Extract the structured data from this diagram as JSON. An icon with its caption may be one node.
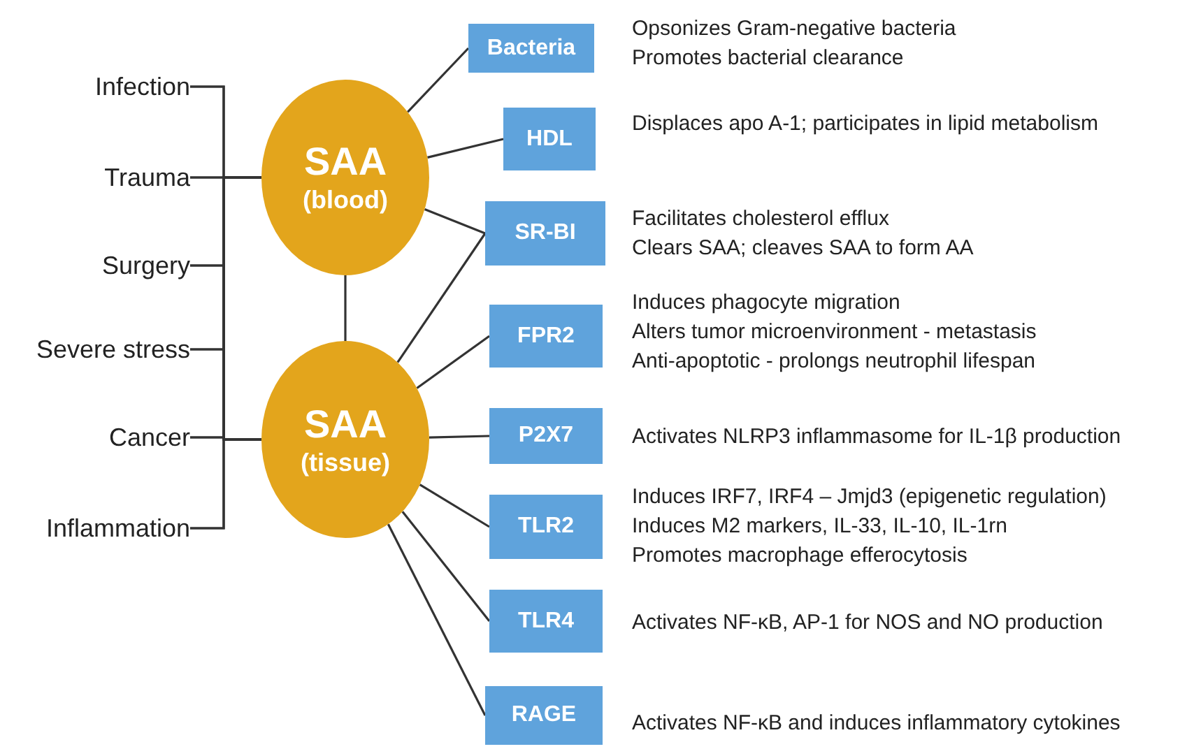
{
  "diagram": {
    "nodes": [
      {
        "text": [
          "Infection"
        ]
      },
      {
        "text": [
          "Trauma"
        ]
      },
      {
        "text": [
          "Surgery"
        ]
      },
      {
        "text": [
          "Severe stress"
        ]
      },
      {
        "text": [
          "Cancer"
        ]
      },
      {
        "text": [
          "Inflammation"
        ]
      },
      {
        "text": [
          "SAA",
          "(blood)"
        ]
      },
      {
        "text": [
          "SAA",
          "(tissue)"
        ]
      },
      {
        "text": [
          "Bacteria"
        ],
        "beside": [
          "Opsonizes Gram-negative bacteria",
          "Promotes bacterial clearance"
        ]
      },
      {
        "text": [
          "HDL"
        ],
        "beside": [
          "Displaces apo A-1; participates in lipid metabolism"
        ]
      },
      {
        "text": [
          "SR-BI"
        ],
        "beside": [
          "Facilitates cholesterol efflux",
          "Clears SAA; cleaves SAA to form AA"
        ]
      },
      {
        "text": [
          "FPR2"
        ],
        "beside": [
          "Induces phagocyte migration",
          "Alters tumor microenvironment - metastasis",
          "Anti-apoptotic - prolongs neutrophil lifespan"
        ]
      },
      {
        "text": [
          "P2X7"
        ],
        "beside": [
          "Activates NLRP3 inflammasome for IL-1β production"
        ]
      },
      {
        "text": [
          "TLR2"
        ],
        "beside": [
          "Induces IRF7, IRF4 – Jmjd3 (epigenetic regulation)",
          "Induces  M2 markers, IL-33, IL-10, IL-1rn",
          "Promotes macrophage efferocytosis"
        ]
      },
      {
        "text": [
          "TLR4"
        ],
        "beside": [
          "Activates NF-κB, AP-1 for NOS and NO production"
        ]
      },
      {
        "text": [
          "RAGE"
        ],
        "beside": [
          "Activates NF-κB and induces inflammatory cytokines"
        ]
      }
    ],
    "edges": [
      {
        "from": 0,
        "to": 6,
        "arrow": "none"
      },
      {
        "from": 1,
        "to": 6,
        "arrow": "none"
      },
      {
        "from": 2,
        "to": 6,
        "arrow": "none"
      },
      {
        "from": 3,
        "to": 6,
        "arrow": "none"
      },
      {
        "from": 4,
        "to": 6,
        "arrow": "none"
      },
      {
        "from": 5,
        "to": 6,
        "arrow": "none"
      },
      {
        "from": 0,
        "to": 7,
        "arrow": "none"
      },
      {
        "from": 1,
        "to": 7,
        "arrow": "none"
      },
      {
        "from": 2,
        "to": 7,
        "arrow": "none"
      },
      {
        "from": 3,
        "to": 7,
        "arrow": "none"
      },
      {
        "from": 4,
        "to": 7,
        "arrow": "none"
      },
      {
        "from": 5,
        "to": 7,
        "arrow": "none"
      },
      {
        "from": 6,
        "to": 7,
        "arrow": "none"
      },
      {
        "from": 6,
        "to": 8,
        "arrow": "none"
      },
      {
        "from": 6,
        "to": 9,
        "arrow": "none"
      },
      {
        "from": 6,
        "to": 10,
        "arrow": "none"
      },
      {
        "from": 7,
        "to": 10,
        "arrow": "none"
      },
      {
        "from": 7,
        "to": 11,
        "arrow": "none"
      },
      {
        "from": 7,
        "to": 12,
        "arrow": "none"
      },
      {
        "from": 7,
        "to": 13,
        "arrow": "none"
      },
      {
        "from": 7,
        "to": 14,
        "arrow": "none"
      },
      {
        "from": 7,
        "to": 15,
        "arrow": "none"
      }
    ]
  }
}
